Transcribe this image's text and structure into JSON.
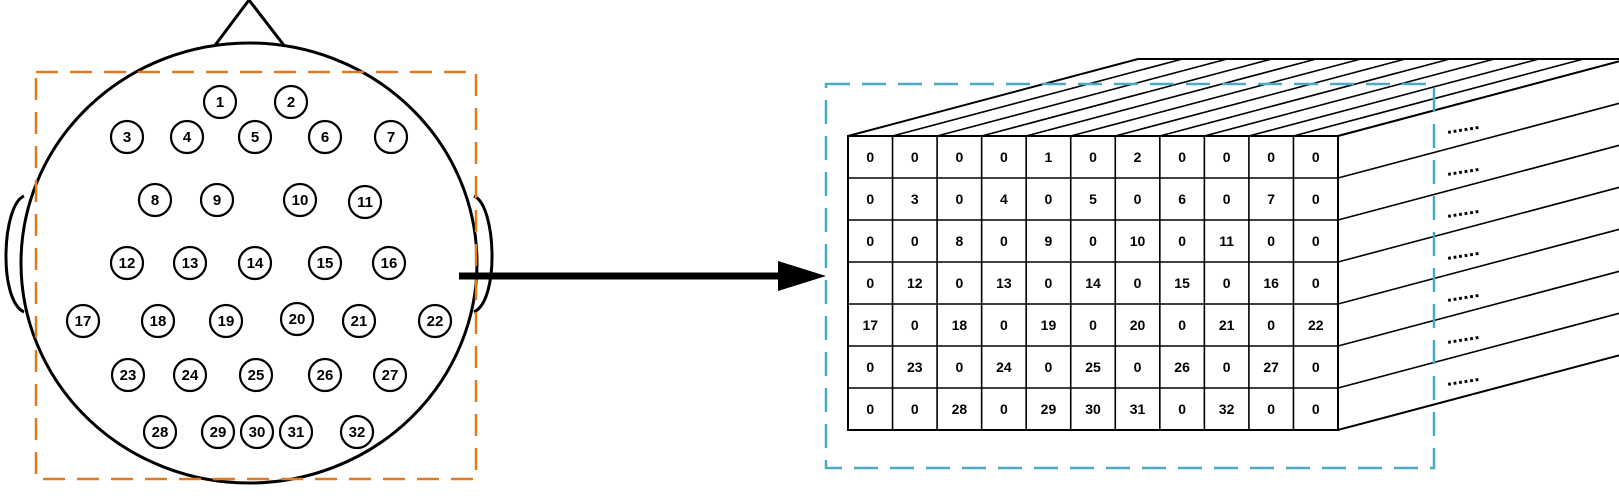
{
  "colors": {
    "head_outline": "#000000",
    "head_dash_box": "#E07A1F",
    "tensor_dash_box": "#4BA9C1",
    "arrow": "#000000",
    "background": "#FFFFFF"
  },
  "electrodes": [
    {
      "label": "1"
    },
    {
      "label": "2"
    },
    {
      "label": "3"
    },
    {
      "label": "4"
    },
    {
      "label": "5"
    },
    {
      "label": "6"
    },
    {
      "label": "7"
    },
    {
      "label": "8"
    },
    {
      "label": "9"
    },
    {
      "label": "10"
    },
    {
      "label": "11"
    },
    {
      "label": "12"
    },
    {
      "label": "13"
    },
    {
      "label": "14"
    },
    {
      "label": "15"
    },
    {
      "label": "16"
    },
    {
      "label": "17"
    },
    {
      "label": "18"
    },
    {
      "label": "19"
    },
    {
      "label": "20"
    },
    {
      "label": "21"
    },
    {
      "label": "22"
    },
    {
      "label": "23"
    },
    {
      "label": "24"
    },
    {
      "label": "25"
    },
    {
      "label": "26"
    },
    {
      "label": "27"
    },
    {
      "label": "28"
    },
    {
      "label": "29"
    },
    {
      "label": "30"
    },
    {
      "label": "31"
    },
    {
      "label": "32"
    }
  ],
  "matrix": [
    [
      "0",
      "0",
      "0",
      "0",
      "1",
      "0",
      "2",
      "0",
      "0",
      "0",
      "0"
    ],
    [
      "0",
      "3",
      "0",
      "4",
      "0",
      "5",
      "0",
      "6",
      "0",
      "7",
      "0"
    ],
    [
      "0",
      "0",
      "8",
      "0",
      "9",
      "0",
      "10",
      "0",
      "11",
      "0",
      "0"
    ],
    [
      "0",
      "12",
      "0",
      "13",
      "0",
      "14",
      "0",
      "15",
      "0",
      "16",
      "0"
    ],
    [
      "17",
      "0",
      "18",
      "0",
      "19",
      "0",
      "20",
      "0",
      "21",
      "0",
      "22"
    ],
    [
      "0",
      "23",
      "0",
      "24",
      "0",
      "25",
      "0",
      "26",
      "0",
      "27",
      "0"
    ],
    [
      "0",
      "0",
      "28",
      "0",
      "29",
      "30",
      "31",
      "0",
      "32",
      "0",
      "0"
    ]
  ],
  "ellipsis_marks": [
    "......",
    "......",
    "......",
    "......",
    "......",
    "......",
    "......"
  ]
}
